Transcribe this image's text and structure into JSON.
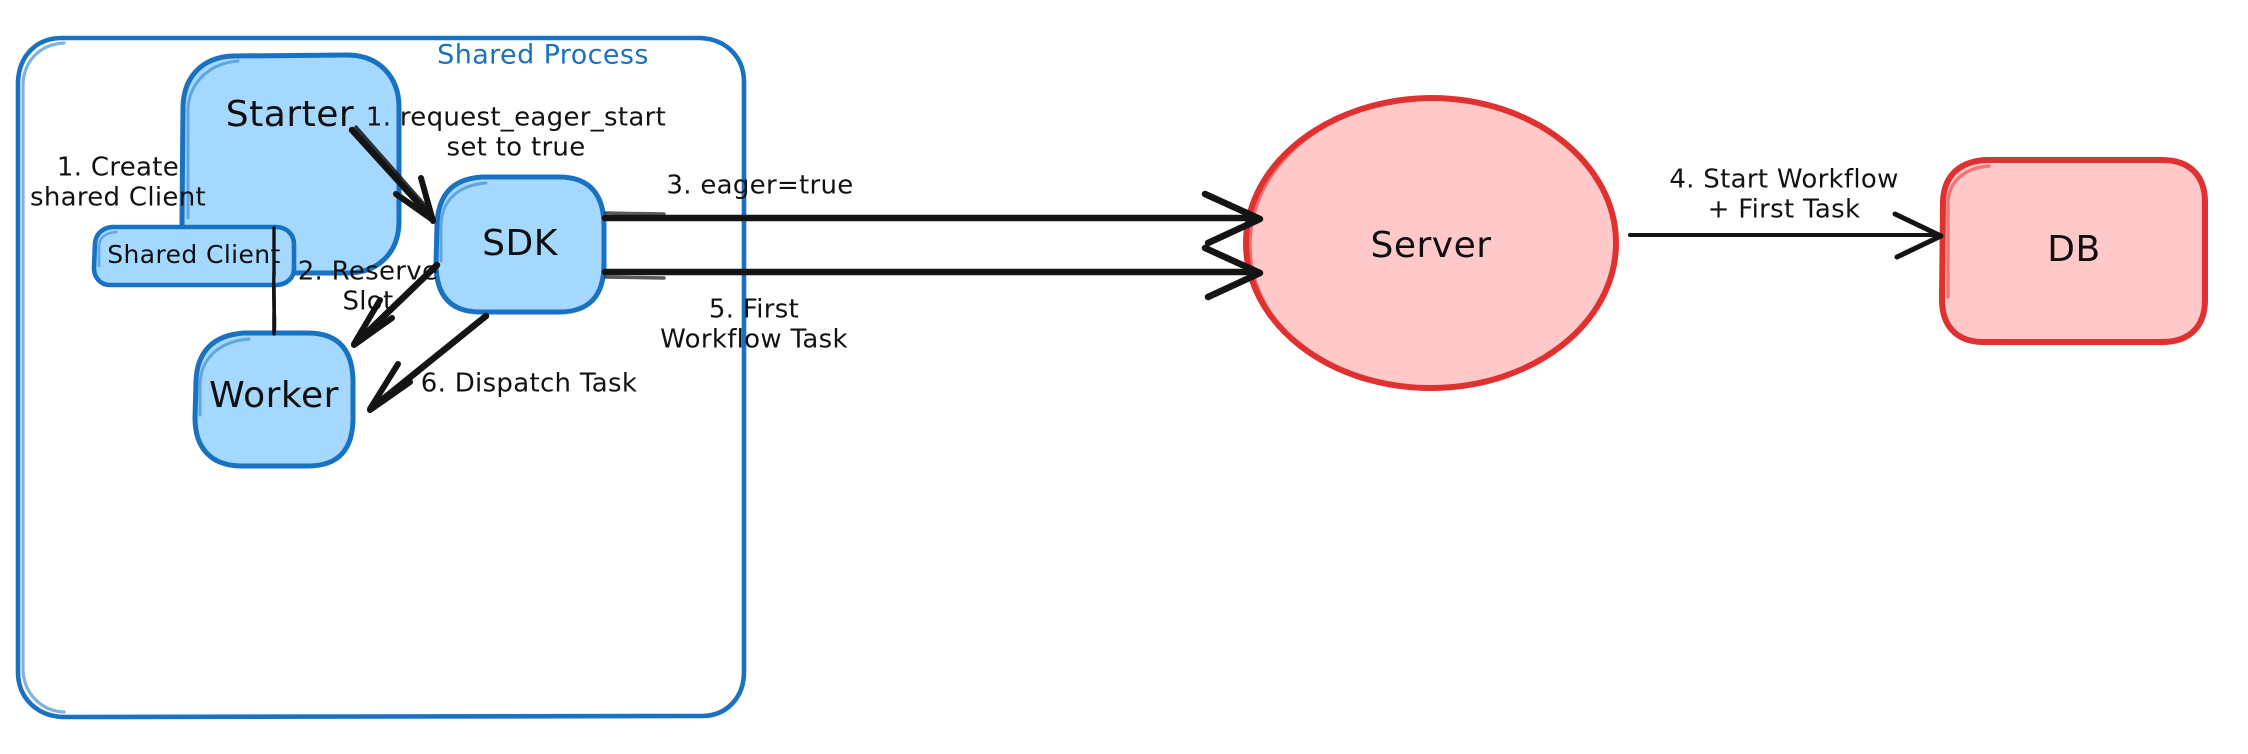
{
  "diagram": {
    "title": "Eager Workflow Start sequence",
    "colors": {
      "node_blue_fill": "#a5d8ff",
      "node_blue_stroke": "#1971c2",
      "node_red_fill": "#ffc9c9",
      "node_red_stroke": "#e03131",
      "edge_stroke": "#141414",
      "background": "#ffffff"
    },
    "container": {
      "label": "Shared Process"
    },
    "nodes": {
      "starter": {
        "label": "Starter"
      },
      "shared_client": {
        "label": "Shared Client"
      },
      "worker": {
        "label": "Worker"
      },
      "sdk": {
        "label": "SDK"
      },
      "server": {
        "label": "Server"
      },
      "db": {
        "label": "DB"
      }
    },
    "edges": [
      {
        "id": "create-shared-client",
        "from": "starter",
        "to": "worker",
        "label_lines": [
          "1. Create",
          "shared Client"
        ],
        "style": "plain"
      },
      {
        "id": "request-eager-start",
        "from": "starter",
        "to": "sdk",
        "label_lines": [
          "1. request_eager_start",
          "set to true"
        ],
        "style": "arrow"
      },
      {
        "id": "reserve-slot",
        "from": "sdk",
        "to": "worker",
        "label_lines": [
          "2. Reserve",
          "Slot"
        ],
        "style": "arrow"
      },
      {
        "id": "eager-true",
        "from": "sdk",
        "to": "server",
        "label_lines": [
          "3. eager=true"
        ],
        "style": "arrow"
      },
      {
        "id": "start-workflow-first-task",
        "from": "server",
        "to": "db",
        "label_lines": [
          "4. Start Workflow",
          "+ First Task"
        ],
        "style": "arrow"
      },
      {
        "id": "first-workflow-task",
        "from": "server",
        "to": "sdk",
        "label_lines": [
          "5. First",
          "Workflow Task"
        ],
        "style": "arrow"
      },
      {
        "id": "dispatch-task",
        "from": "sdk",
        "to": "worker",
        "label_lines": [
          "6. Dispatch Task"
        ],
        "style": "arrow"
      }
    ]
  }
}
